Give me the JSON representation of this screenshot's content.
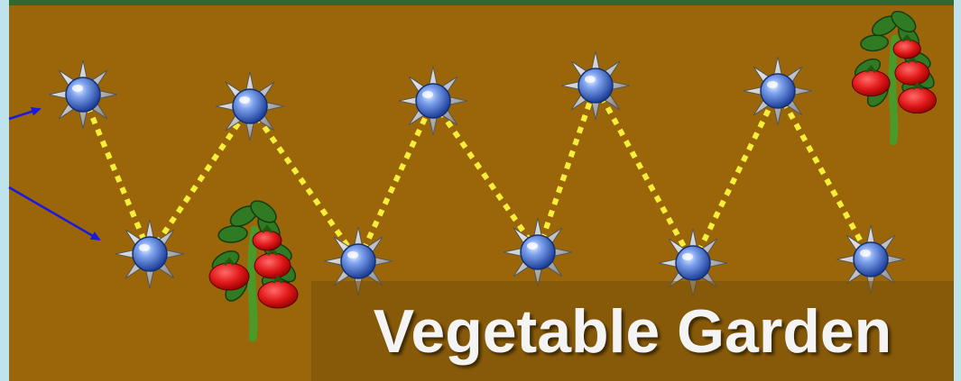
{
  "title": "Vegetable Garden",
  "colors": {
    "frame": "#bfe3ec",
    "soil": "#9a6609",
    "top_border": "#2f6a2a",
    "path": "#f5ee3a",
    "arrow": "#1a1adf",
    "gem": "#5b82d8",
    "star": "#c9c9c9"
  },
  "diagram": {
    "nodes": [
      {
        "id": "n1",
        "row": "top"
      },
      {
        "id": "n2",
        "row": "bottom"
      },
      {
        "id": "n3",
        "row": "top"
      },
      {
        "id": "n4",
        "row": "bottom"
      },
      {
        "id": "n5",
        "row": "top"
      },
      {
        "id": "n6",
        "row": "bottom"
      },
      {
        "id": "n7",
        "row": "top"
      },
      {
        "id": "n8",
        "row": "bottom"
      },
      {
        "id": "n9",
        "row": "top"
      },
      {
        "id": "n10",
        "row": "bottom"
      }
    ],
    "edges": [
      [
        "n1",
        "n2"
      ],
      [
        "n2",
        "n3"
      ],
      [
        "n3",
        "n4"
      ],
      [
        "n4",
        "n5"
      ],
      [
        "n5",
        "n6"
      ],
      [
        "n6",
        "n7"
      ],
      [
        "n7",
        "n8"
      ],
      [
        "n8",
        "n9"
      ],
      [
        "n9",
        "n10"
      ]
    ],
    "pointer_arrows": [
      {
        "target": "n1"
      },
      {
        "target": "n2"
      }
    ],
    "decorations": [
      "tomato-plant-icon",
      "tomato-plant-icon"
    ]
  }
}
